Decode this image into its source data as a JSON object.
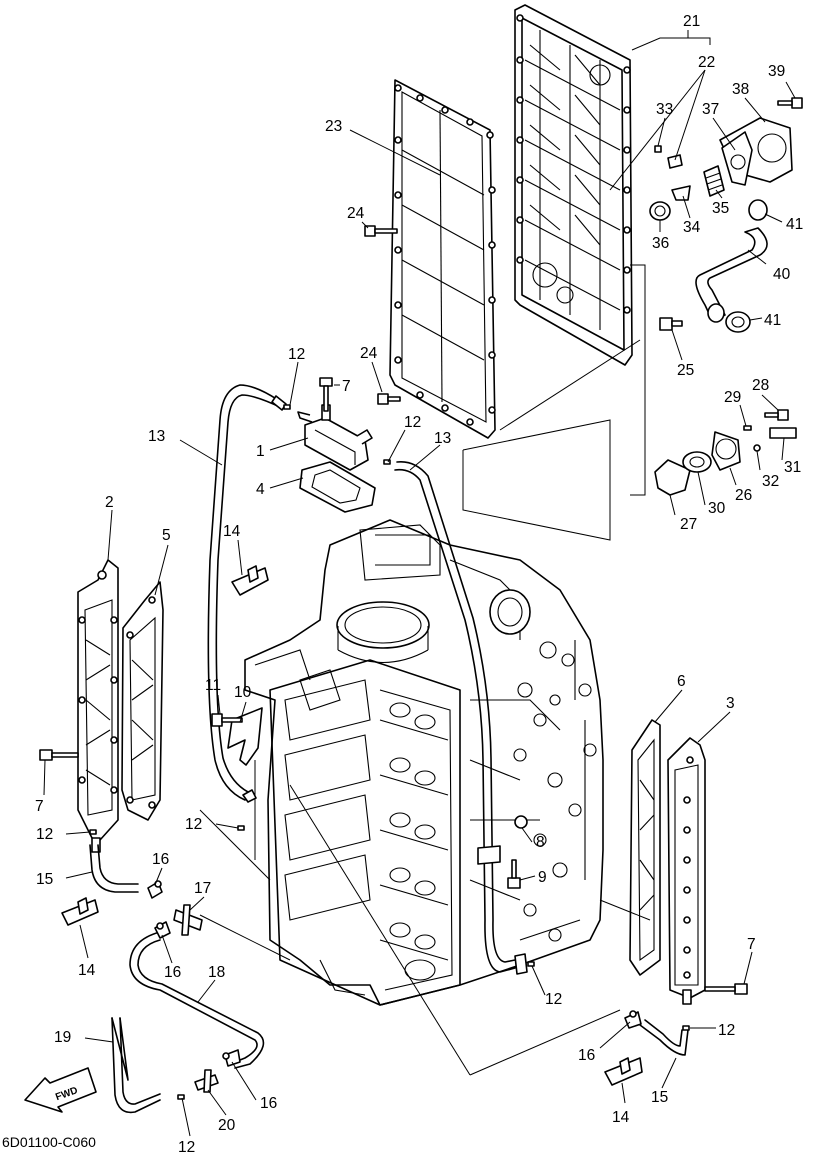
{
  "callouts": {
    "c1": "1",
    "c2": "2",
    "c3": "3",
    "c4": "4",
    "c5": "5",
    "c6": "6",
    "c7a": "7",
    "c7b": "7",
    "c7c": "7",
    "c8": "8",
    "c9": "9",
    "c10": "10",
    "c11": "11",
    "c12a": "12",
    "c12b": "12",
    "c12c": "12",
    "c12d": "12",
    "c12e": "12",
    "c12f": "12",
    "c12g": "12",
    "c13a": "13",
    "c13b": "13",
    "c14a": "14",
    "c14b": "14",
    "c14c": "14",
    "c15a": "15",
    "c15b": "15",
    "c16a": "16",
    "c16b": "16",
    "c16c": "16",
    "c16d": "16",
    "c17": "17",
    "c18": "18",
    "c19": "19",
    "c20": "20",
    "c21": "21",
    "c22": "22",
    "c23": "23",
    "c24a": "24",
    "c24b": "24",
    "c25": "25",
    "c26": "26",
    "c27": "27",
    "c28": "28",
    "c29": "29",
    "c30": "30",
    "c31": "31",
    "c32": "32",
    "c33": "33",
    "c34": "34",
    "c35": "35",
    "c36": "36",
    "c37": "37",
    "c38": "38",
    "c39": "39",
    "c40": "40",
    "c41a": "41",
    "c41b": "41"
  },
  "fwd_badge": "FWD",
  "drawing_code": "6D01100-C060"
}
